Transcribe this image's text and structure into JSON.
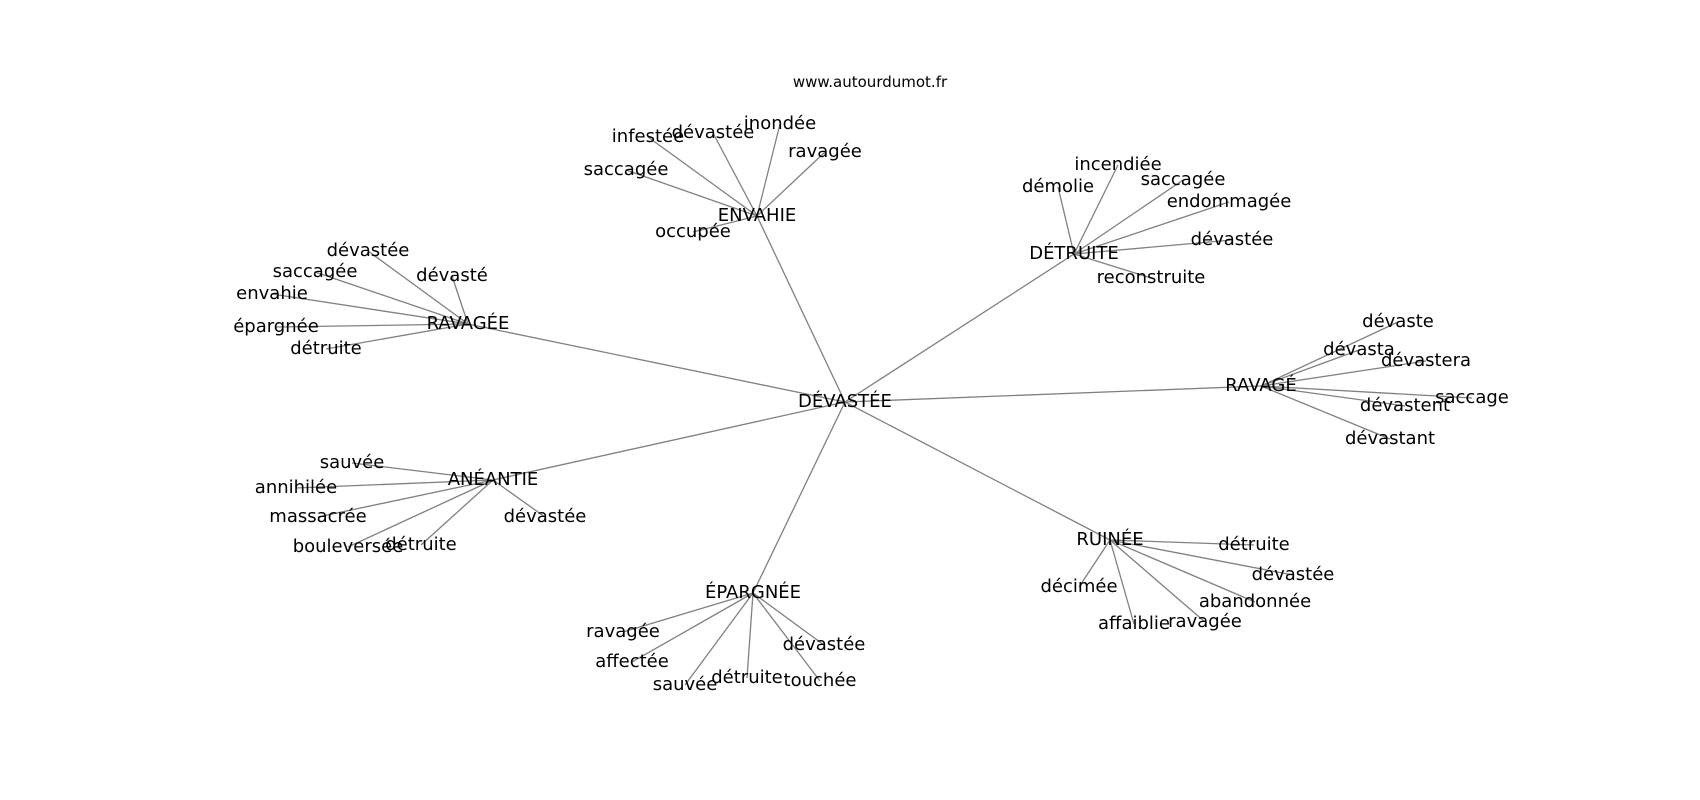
{
  "website": "www.autourdumot.fr",
  "colors": {
    "edge": "#808080",
    "text": "#000000",
    "background": "#ffffff"
  },
  "graph": {
    "root": "DÉVASTÉE",
    "clusters": [
      {
        "hub": "ENVAHIE",
        "leaves": [
          "infestée",
          "dévastée",
          "inondée",
          "ravagée",
          "saccagée",
          "occupée"
        ]
      },
      {
        "hub": "DÉTRUITE",
        "leaves": [
          "démolie",
          "incendiée",
          "saccagée",
          "endommagée",
          "dévastée",
          "reconstruite"
        ]
      },
      {
        "hub": "RAVAGÉE",
        "leaves": [
          "dévastée",
          "saccagée",
          "dévasté",
          "envahie",
          "épargnée",
          "détruite"
        ]
      },
      {
        "hub": "RAVAGÉ",
        "leaves": [
          "dévaste",
          "dévasta",
          "dévastera",
          "saccage",
          "dévastent",
          "dévastant"
        ]
      },
      {
        "hub": "ANÉANTIE",
        "leaves": [
          "sauvée",
          "annihilée",
          "massacrée",
          "bouleversée",
          "détruite",
          "dévastée"
        ]
      },
      {
        "hub": "RUINÉE",
        "leaves": [
          "détruite",
          "dévastée",
          "décimée",
          "abandonnée",
          "affaiblie",
          "ravagée"
        ]
      },
      {
        "hub": "ÉPARGNÉE",
        "leaves": [
          "ravagée",
          "affectée",
          "sauvée",
          "détruite",
          "dévastée",
          "touchée"
        ]
      }
    ]
  }
}
